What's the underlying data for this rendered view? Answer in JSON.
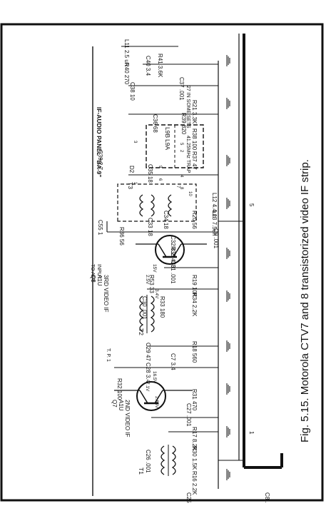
{
  "figure": {
    "caption": "Fig. 5.15. Motorola CTV7 and 8 transistorized video IF strip."
  },
  "panel": {
    "label": "IF-AUDIO PANEL \"BA-9\""
  },
  "transistors": [
    {
      "ref": "Q7",
      "type": "A1U",
      "function": "2ND VIDEO IF",
      "vc": "16.5V",
      "vb": "7.1V",
      "ve": "2.85V"
    },
    {
      "ref": "Q8",
      "type": "A1U",
      "function": "3RD VIDEO IF",
      "vc": "15V",
      "vb": "2.5V",
      "ve": "3.4V"
    }
  ],
  "transformers": [
    {
      "ref": "T1"
    },
    {
      "ref": "T2"
    },
    {
      "ref": "T3"
    },
    {
      "ref": "L9A"
    },
    {
      "ref": "L9B"
    }
  ],
  "misc_labels": {
    "tp1": "T. P. 1",
    "to_aft": "TO AFT",
    "input": "INPUT",
    "trap": "41.25MHz TRAP",
    "sound_note": "27 IN SOME SETS"
  },
  "components": [
    {
      "ref": "R16",
      "value": "2.2K"
    },
    {
      "ref": "C25",
      "value": ".001"
    },
    {
      "ref": "C8",
      "value": ".001"
    },
    {
      "ref": "C26",
      "value": ".001"
    },
    {
      "ref": "R30",
      "value": "1.5K"
    },
    {
      "ref": "R17",
      "value": "8.2K"
    },
    {
      "ref": "R31",
      "value": "470"
    },
    {
      "ref": "C27",
      "value": ".001"
    },
    {
      "ref": "C7",
      "value": "3.4"
    },
    {
      "ref": "R32",
      "value": "100"
    },
    {
      "ref": "C28",
      "value": "3.4"
    },
    {
      "ref": "C29",
      "value": "47"
    },
    {
      "ref": "R18",
      "value": "560"
    },
    {
      "ref": "C30",
      "value": ".001"
    },
    {
      "ref": "R33",
      "value": "180"
    },
    {
      "ref": "R34",
      "value": "2.2K"
    },
    {
      "ref": "R53",
      "value": "33"
    },
    {
      "ref": "R19",
      "value": "10K"
    },
    {
      "ref": "C31",
      "value": ".001"
    },
    {
      "ref": "R35",
      "value": "470"
    },
    {
      "ref": "C32",
      "value": "8.2"
    },
    {
      "ref": "R36",
      "value": "56"
    },
    {
      "ref": "C55",
      "value": "1"
    },
    {
      "ref": "C33",
      "value": "18"
    },
    {
      "ref": "C34",
      "value": "18"
    },
    {
      "ref": "R20",
      "value": "56"
    },
    {
      "ref": "L12",
      "value": "4.4uh"
    },
    {
      "ref": "L13",
      "value": "7.5uh"
    },
    {
      "ref": "C9",
      "value": ".001"
    },
    {
      "ref": "C35",
      "value": "18"
    },
    {
      "ref": "D2",
      "value": ""
    },
    {
      "ref": "C39",
      "value": "2.7"
    },
    {
      "ref": "R37",
      "value": "47"
    },
    {
      "ref": "R38",
      "value": "100"
    },
    {
      "ref": "C36",
      "value": "68"
    },
    {
      "ref": "R39",
      "value": "820"
    },
    {
      "ref": "R21",
      "value": "3.3K"
    },
    {
      "ref": "C37",
      "value": ".001"
    },
    {
      "ref": "C38",
      "value": "10"
    },
    {
      "ref": "R40",
      "value": "270"
    },
    {
      "ref": "C40",
      "value": "3.4"
    },
    {
      "ref": "L11",
      "value": "2.5 uh"
    },
    {
      "ref": "R41",
      "value": "3.6K"
    }
  ],
  "pins": [
    "1",
    "2",
    "3",
    "4",
    "5",
    "6",
    "7",
    "8",
    "9",
    "10"
  ],
  "connector_numbers": [
    "1",
    "5"
  ]
}
